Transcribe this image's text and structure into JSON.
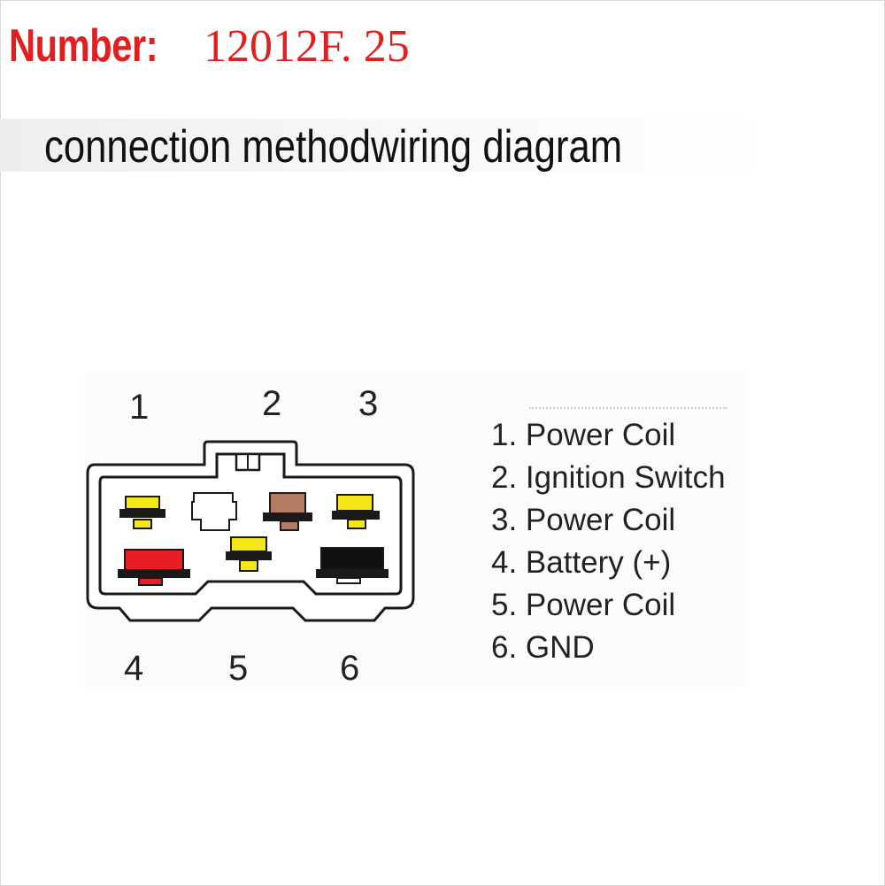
{
  "header": {
    "number_label": "Number:",
    "number_value": "12012F. 25",
    "title": "connection methodwiring diagram"
  },
  "connector": {
    "pin_numbers_top": [
      "1",
      "2",
      "3"
    ],
    "pin_numbers_bottom": [
      "4",
      "5",
      "6"
    ],
    "colors": {
      "outline": "#1a1a1a",
      "yellow": "#f5e618",
      "brown": "#b47a62",
      "red": "#e61e26",
      "black": "#111111",
      "empty": "#ffffff"
    }
  },
  "legend": {
    "items": [
      "1. Power Coil",
      "2. Ignition Switch",
      "3. Power Coil",
      "4. Battery (+)",
      "5. Power Coil",
      "6. GND"
    ]
  }
}
